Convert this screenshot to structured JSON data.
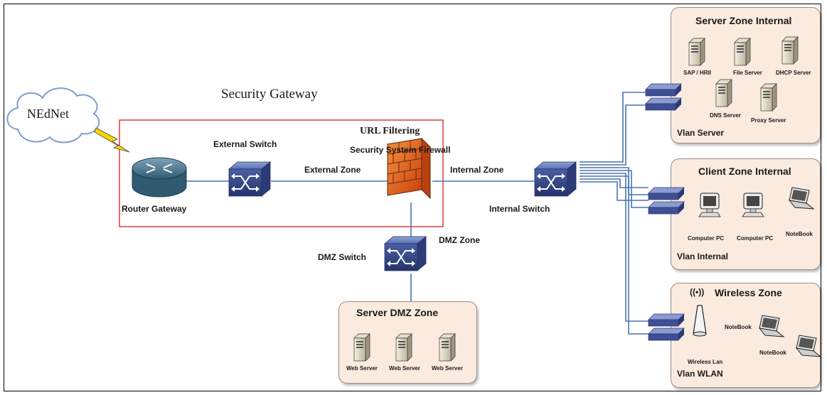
{
  "title": "Security Gateway",
  "cloud": "NEdNet",
  "router": "Router Gateway",
  "external_switch": "External Switch",
  "external_zone": "External Zone",
  "url_filtering": "URL Filtering",
  "firewall": "Security System Firewall",
  "internal_zone": "Internal Zone",
  "internal_switch": "Internal Switch",
  "dmz_zone": "DMZ Zone",
  "dmz_switch": "DMZ Switch",
  "server_dmz": {
    "title": "Server DMZ Zone",
    "servers": [
      "Web Server",
      "Web Server",
      "Web Server"
    ]
  },
  "server_zone": {
    "title": "Server Zone Internal",
    "items": [
      "SAP / HRII",
      "File Server",
      "DHCP Server",
      "DNS Server",
      "Proxy Server"
    ],
    "vlan": "Vlan Server"
  },
  "client_zone": {
    "title": "Client Zone Internal",
    "items": [
      "Computer PC",
      "Computer PC",
      "NoteBook"
    ],
    "vlan": "Vlan Internal"
  },
  "wireless_zone": {
    "title": "Wireless Zone",
    "ap": "Wireless Lan",
    "notebooks": [
      "NoteBook",
      "NoteBook"
    ],
    "vlan": "Vlan WLAN"
  },
  "colors": {
    "gateway_box": "#d42020",
    "zone_fill": "#fbeade",
    "switch": "#3b4f8f",
    "link": "#4a74b0",
    "firewall": "#e8671c"
  }
}
